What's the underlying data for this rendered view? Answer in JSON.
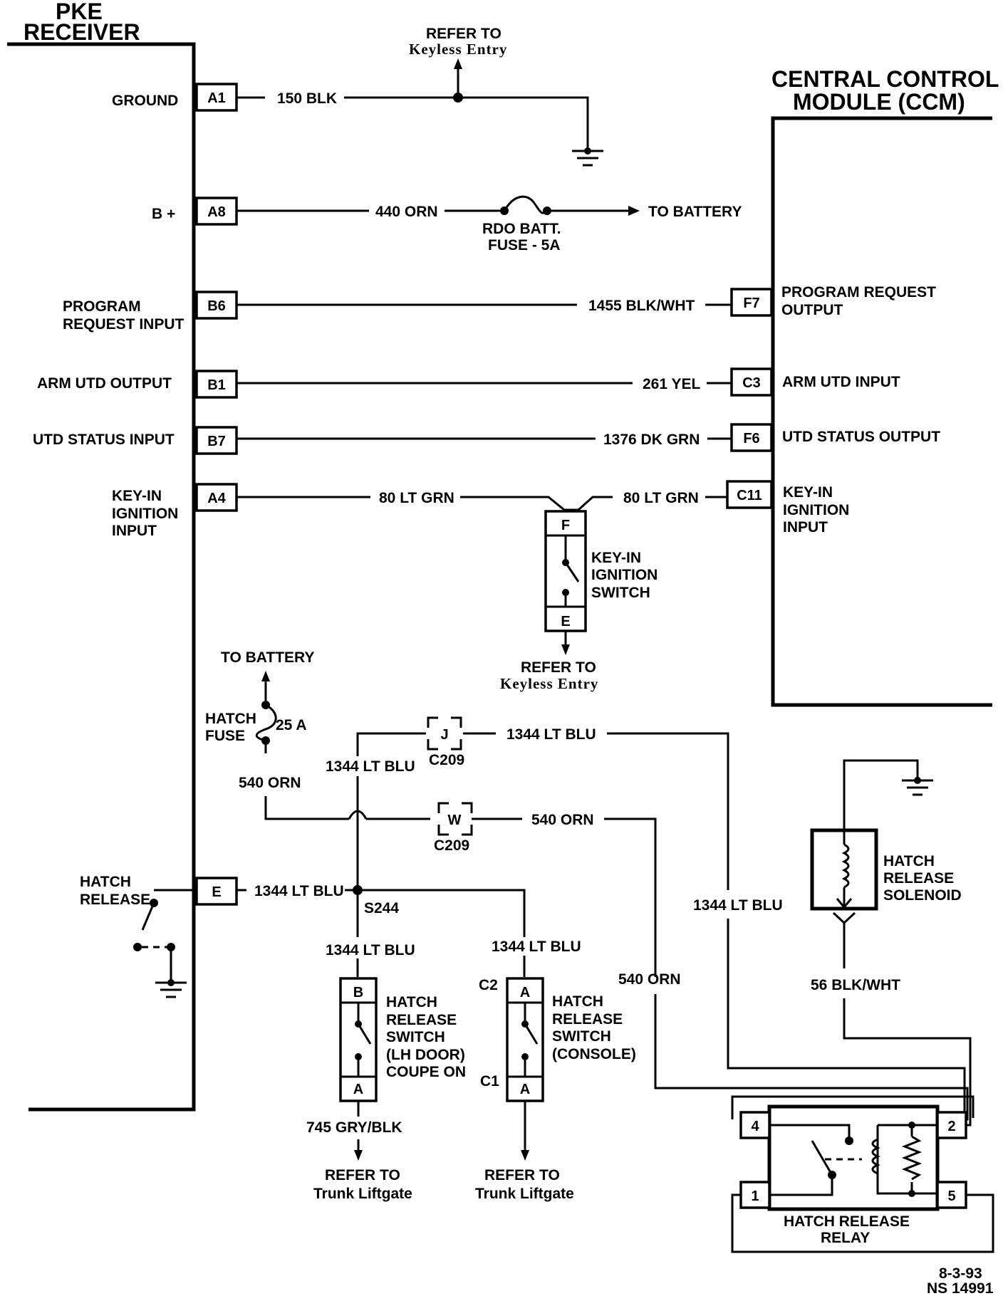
{
  "pke": {
    "title_1": "PKE",
    "title_2": "RECEIVER",
    "ground": "GROUND",
    "bplus": "B +",
    "prog_1": "PROGRAM",
    "prog_2": "REQUEST INPUT",
    "arm": "ARM UTD OUTPUT",
    "utd": "UTD STATUS INPUT",
    "key_1": "KEY-IN",
    "key_2": "IGNITION",
    "key_3": "INPUT",
    "hatch_1": "HATCH",
    "hatch_2": "RELEASE"
  },
  "pins": {
    "a1": "A1",
    "a8": "A8",
    "b6": "B6",
    "b1": "B1",
    "b7": "B7",
    "a4": "A4",
    "e": "E",
    "f7": "F7",
    "c3": "C3",
    "f6": "F6",
    "c11": "C11"
  },
  "ccm": {
    "title_1": "CENTRAL CONTROL",
    "title_2": "MODULE (CCM)",
    "prog_1": "PROGRAM REQUEST",
    "prog_2": "OUTPUT",
    "arm": "ARM UTD INPUT",
    "utd": "UTD STATUS OUTPUT",
    "key_1": "KEY-IN",
    "key_2": "IGNITION",
    "key_3": "INPUT"
  },
  "wires": {
    "w150": "150 BLK",
    "w440": "440 ORN",
    "w1455": "1455 BLK/WHT",
    "w261": "261 YEL",
    "w1376": "1376 DK GRN",
    "w80a": "80 LT GRN",
    "w80b": "80 LT GRN",
    "w1344_j": "1344 LT BLU",
    "w1344_left": "1344 LT BLU",
    "w540_top": "540 ORN",
    "w540_w": "540 ORN",
    "w1344_e": "1344 LT BLU",
    "w1344_down": "1344 LT BLU",
    "w1344_console": "1344 LT BLU",
    "w1344_right": "1344 LT BLU",
    "w540_right": "540 ORN",
    "w56": "56 BLK/WHT",
    "w745": "745 GRY/BLK"
  },
  "refs": {
    "refer_to": "REFER TO",
    "keyless_top": "Keyless Entry",
    "to_battery_1": "TO BATTERY",
    "rdo_1": "RDO BATT.",
    "rdo_2": "FUSE - 5A",
    "refer_to_2": "REFER TO",
    "keyless_mid": "Keyless Entry",
    "to_battery_2": "TO BATTERY",
    "refer_trunk_1": "REFER TO",
    "trunk_1": "Trunk Liftgate",
    "refer_trunk_2": "REFER TO",
    "trunk_2": "Trunk Liftgate"
  },
  "components": {
    "keyin_switch_1": "KEY-IN",
    "keyin_switch_2": "IGNITION",
    "keyin_switch_3": "SWITCH",
    "pin_f": "F",
    "pin_e_sw": "E",
    "hatch_fuse_1": "HATCH",
    "hatch_fuse_2": "FUSE",
    "fuse_25": "25 A",
    "conn_j": "J",
    "conn_w": "W",
    "c209_a": "C209",
    "c209_b": "C209",
    "s244": "S244",
    "lh_1": "HATCH",
    "lh_2": "RELEASE",
    "lh_3": "SWITCH",
    "lh_4": "(LH DOOR)",
    "lh_5": "COUPE ON",
    "lh_pin_b": "B",
    "lh_pin_a": "A",
    "con_1": "HATCH",
    "con_2": "RELEASE",
    "con_3": "SWITCH",
    "con_4": "(CONSOLE)",
    "con_pin_a1": "A",
    "con_pin_a2": "A",
    "c2": "C2",
    "c1": "C1",
    "sol_1": "HATCH",
    "sol_2": "RELEASE",
    "sol_3": "SOLENOID",
    "relay_1": "HATCH RELEASE",
    "relay_2": "RELAY",
    "r4": "4",
    "r2": "2",
    "r1": "1",
    "r5": "5"
  },
  "footer": {
    "date": "8-3-93",
    "code": "NS 14991"
  }
}
